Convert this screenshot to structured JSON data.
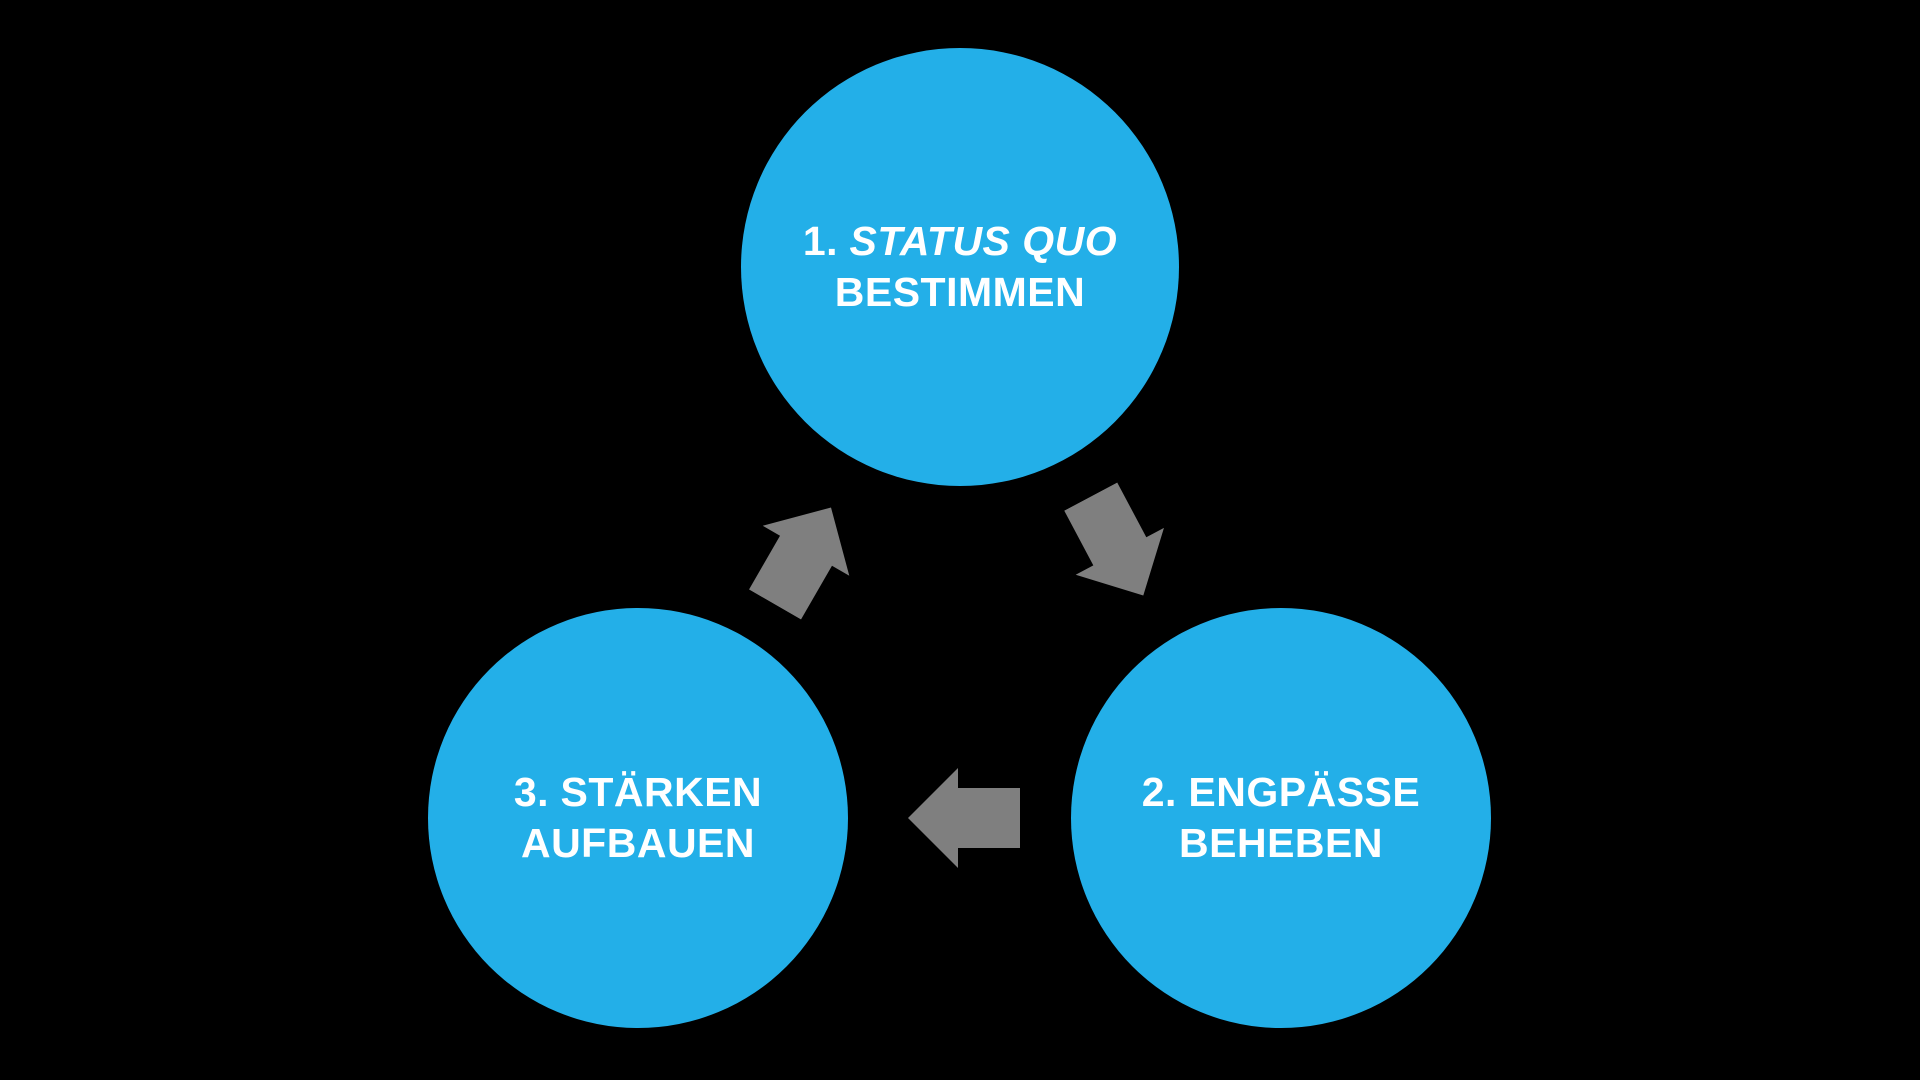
{
  "canvas": {
    "background_color": "#000000"
  },
  "diagram": {
    "type": "cycle",
    "direction": "clockwise",
    "node_color": "#23AFE8",
    "arrow_color": "#7F7F7F",
    "text_color": "#FFFFFF",
    "nodes": [
      {
        "position": "top",
        "number": "1.",
        "line1": "STATUS QUO",
        "line1_style": "italic",
        "line2": "BESTIMMEN"
      },
      {
        "position": "bottom-right",
        "number": "2.",
        "line1": "ENGPÄSSE",
        "line1_style": "normal",
        "line2": "BEHEBEN"
      },
      {
        "position": "bottom-left",
        "number": "3.",
        "line1": "STÄRKEN",
        "line1_style": "normal",
        "line2": "AUFBAUEN"
      }
    ],
    "arrows": [
      {
        "name": "step-1-to-step-2",
        "direction": "down-right"
      },
      {
        "name": "step-2-to-step-3",
        "direction": "left"
      },
      {
        "name": "step-3-to-step-1",
        "direction": "up-right"
      }
    ]
  }
}
